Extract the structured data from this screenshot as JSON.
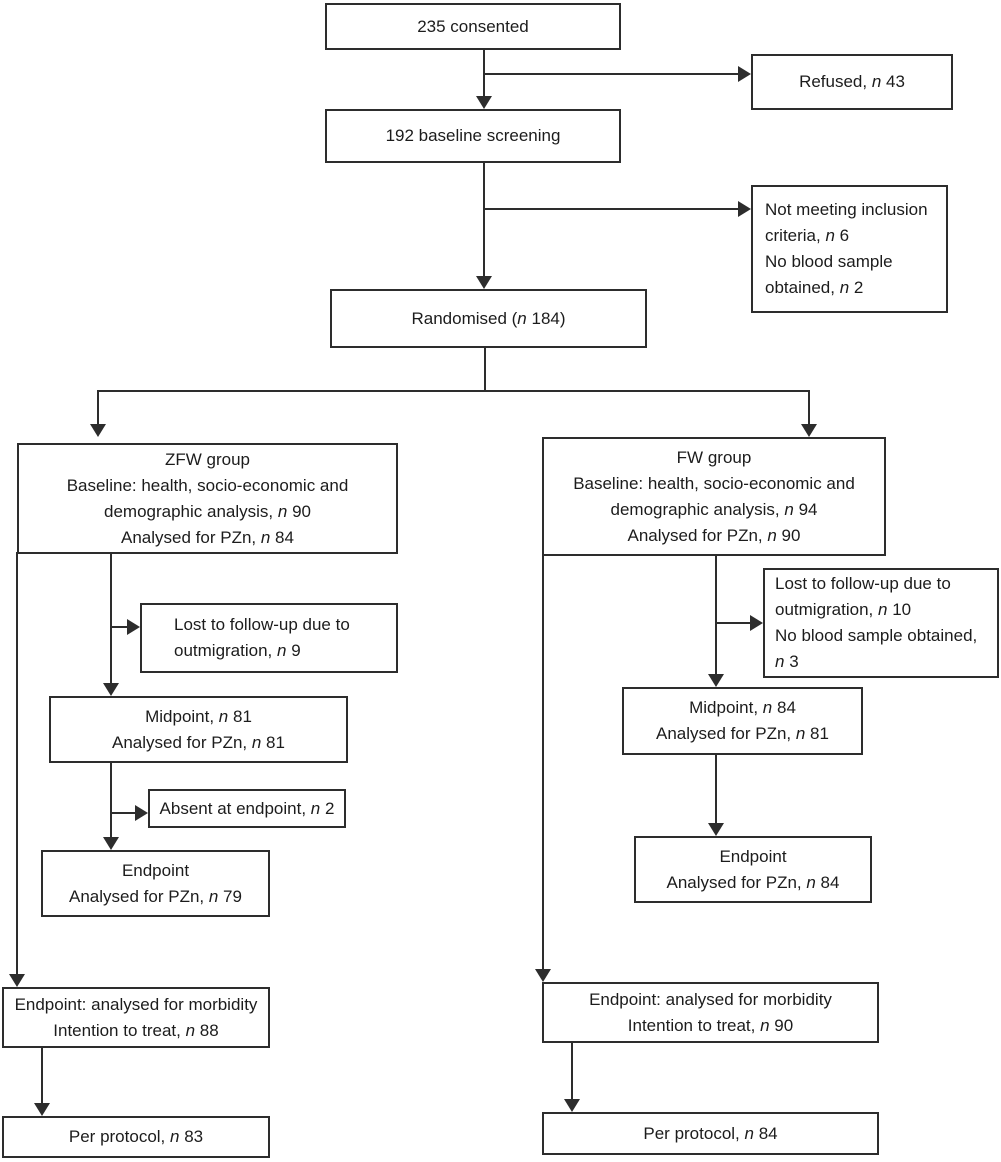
{
  "figure": {
    "description": "Participant flow diagram (consent, screening, randomisation into ZFW and FW groups, follow-up and analysis)"
  },
  "colors": {
    "line": "#2d2d2d",
    "text": "#1c1c1c",
    "background": "#ffffff"
  },
  "boxes": {
    "consented": {
      "lines": [
        {
          "pre": "235 consented"
        }
      ]
    },
    "refused": {
      "lines": [
        {
          "pre": "Refused, ",
          "n": "n",
          "post": " 43"
        }
      ]
    },
    "screening": {
      "lines": [
        {
          "pre": "192 baseline screening"
        }
      ]
    },
    "not_meeting": {
      "lines": [
        {
          "pre": "Not meeting inclusion"
        },
        {
          "pre": "criteria, ",
          "n": "n",
          "post": " 6"
        },
        {
          "pre": "No blood sample"
        },
        {
          "pre": "obtained, ",
          "n": "n",
          "post": " 2"
        }
      ]
    },
    "randomised": {
      "lines": [
        {
          "pre": "Randomised (",
          "n": "n",
          "post": " 184)"
        }
      ]
    },
    "zfw_group": {
      "lines": [
        {
          "pre": "ZFW group"
        },
        {
          "pre": "Baseline: health, socio-economic and"
        },
        {
          "pre": "demographic analysis, ",
          "n": "n",
          "post": " 90"
        },
        {
          "pre": "Analysed for PZn, ",
          "n": "n",
          "post": " 84"
        }
      ]
    },
    "fw_group": {
      "lines": [
        {
          "pre": "FW group"
        },
        {
          "pre": "Baseline: health, socio-economic and"
        },
        {
          "pre": "demographic analysis, ",
          "n": "n",
          "post": " 94"
        },
        {
          "pre": "Analysed for PZn, ",
          "n": "n",
          "post": " 90"
        }
      ]
    },
    "lost_zfw": {
      "lines": [
        {
          "pre": "Lost to follow-up due to"
        },
        {
          "pre": "outmigration, ",
          "n": "n",
          "post": " 9"
        }
      ]
    },
    "midpoint_zfw": {
      "lines": [
        {
          "pre": "Midpoint, ",
          "n": "n",
          "post": " 81"
        },
        {
          "pre": "Analysed for PZn, ",
          "n": "n",
          "post": " 81"
        }
      ]
    },
    "absent_zfw": {
      "lines": [
        {
          "pre": "Absent at endpoint, ",
          "n": "n",
          "post": " 2"
        }
      ]
    },
    "endpoint_zfw": {
      "lines": [
        {
          "pre": "Endpoint"
        },
        {
          "pre": "Analysed for PZn, ",
          "n": "n",
          "post": " 79"
        }
      ]
    },
    "morbidity_zfw": {
      "lines": [
        {
          "pre": "Endpoint: analysed for morbidity"
        },
        {
          "pre": "Intention to treat, ",
          "n": "n",
          "post": " 88"
        }
      ]
    },
    "perprotocol_zfw": {
      "lines": [
        {
          "pre": "Per protocol, ",
          "n": "n",
          "post": " 83"
        }
      ]
    },
    "lost_fw": {
      "lines": [
        {
          "pre": "Lost to follow-up due to"
        },
        {
          "pre": "outmigration, ",
          "n": "n",
          "post": " 10"
        },
        {
          "pre": "No blood sample obtained,"
        },
        {
          "n": "n",
          "post": " 3"
        }
      ]
    },
    "midpoint_fw": {
      "lines": [
        {
          "pre": "Midpoint, ",
          "n": "n",
          "post": " 84"
        },
        {
          "pre": "Analysed for PZn, ",
          "n": "n",
          "post": " 81"
        }
      ]
    },
    "endpoint_fw": {
      "lines": [
        {
          "pre": "Endpoint"
        },
        {
          "pre": "Analysed for PZn, ",
          "n": "n",
          "post": " 84"
        }
      ]
    },
    "morbidity_fw": {
      "lines": [
        {
          "pre": "Endpoint: analysed for morbidity"
        },
        {
          "pre": "Intention to treat, ",
          "n": "n",
          "post": " 90"
        }
      ]
    },
    "perprotocol_fw": {
      "lines": [
        {
          "pre": "Per protocol, ",
          "n": "n",
          "post": " 84"
        }
      ]
    }
  }
}
